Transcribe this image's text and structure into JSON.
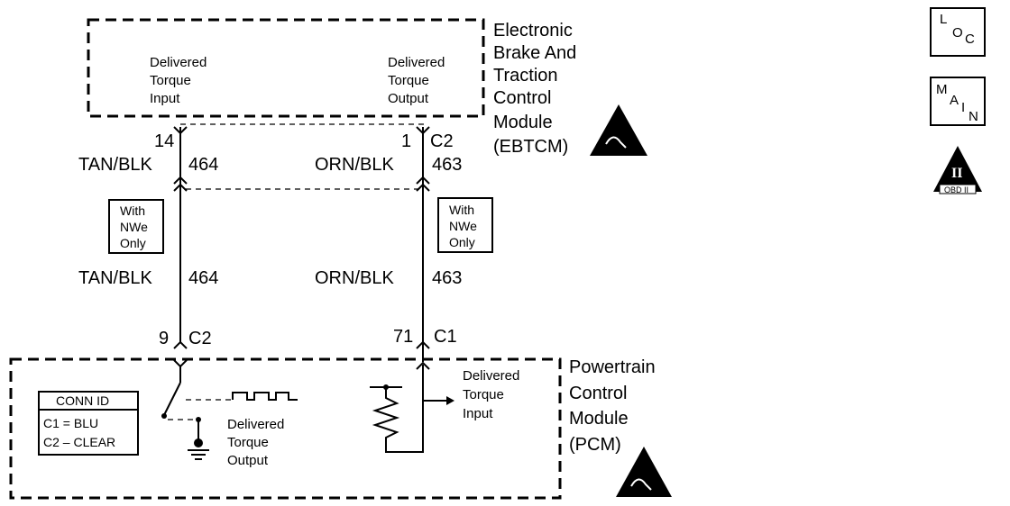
{
  "ebtcm": {
    "module_lines": [
      "Electronic",
      "Brake And",
      "Traction",
      "Control",
      "Module",
      "(EBTCM)"
    ],
    "input_lines": [
      "Delivered",
      "Torque",
      "Input"
    ],
    "output_lines": [
      "Delivered",
      "Torque",
      "Output"
    ]
  },
  "left_circuit": {
    "top_pin": "14",
    "top_color": "TAN/BLK",
    "top_circuit": "464",
    "mid_color": "TAN/BLK",
    "mid_circuit": "464",
    "bottom_pin": "9",
    "bottom_connector": "C2",
    "note_lines": [
      "With",
      "NWe",
      "Only"
    ]
  },
  "right_circuit": {
    "top_pin": "1",
    "top_connector": "C2",
    "top_color": "ORN/BLK",
    "top_circuit": "463",
    "mid_color": "ORN/BLK",
    "mid_circuit": "463",
    "bottom_pin": "71",
    "bottom_connector": "C1",
    "note_lines": [
      "With",
      "NWe",
      "Only"
    ]
  },
  "pcm": {
    "module_lines": [
      "Powertrain",
      "Control",
      "Module",
      "(PCM)"
    ],
    "output_lines": [
      "Delivered",
      "Torque",
      "Output"
    ],
    "input_lines": [
      "Delivered",
      "Torque",
      "Input"
    ],
    "conn_id": {
      "title": "CONN ID",
      "line1": "C1 = BLU",
      "line2": "C2 – CLEAR"
    }
  },
  "side_icons": {
    "loc": {
      "letter1": "L",
      "letter2": "O",
      "letter3": "C"
    },
    "main": {
      "letter1": "M",
      "letter2": "A",
      "letter3": "I",
      "letter4": "N"
    },
    "obd": {
      "numeral": "II",
      "label": "OBD II"
    }
  },
  "colors": {
    "ink": "#000000",
    "paper": "#ffffff"
  }
}
